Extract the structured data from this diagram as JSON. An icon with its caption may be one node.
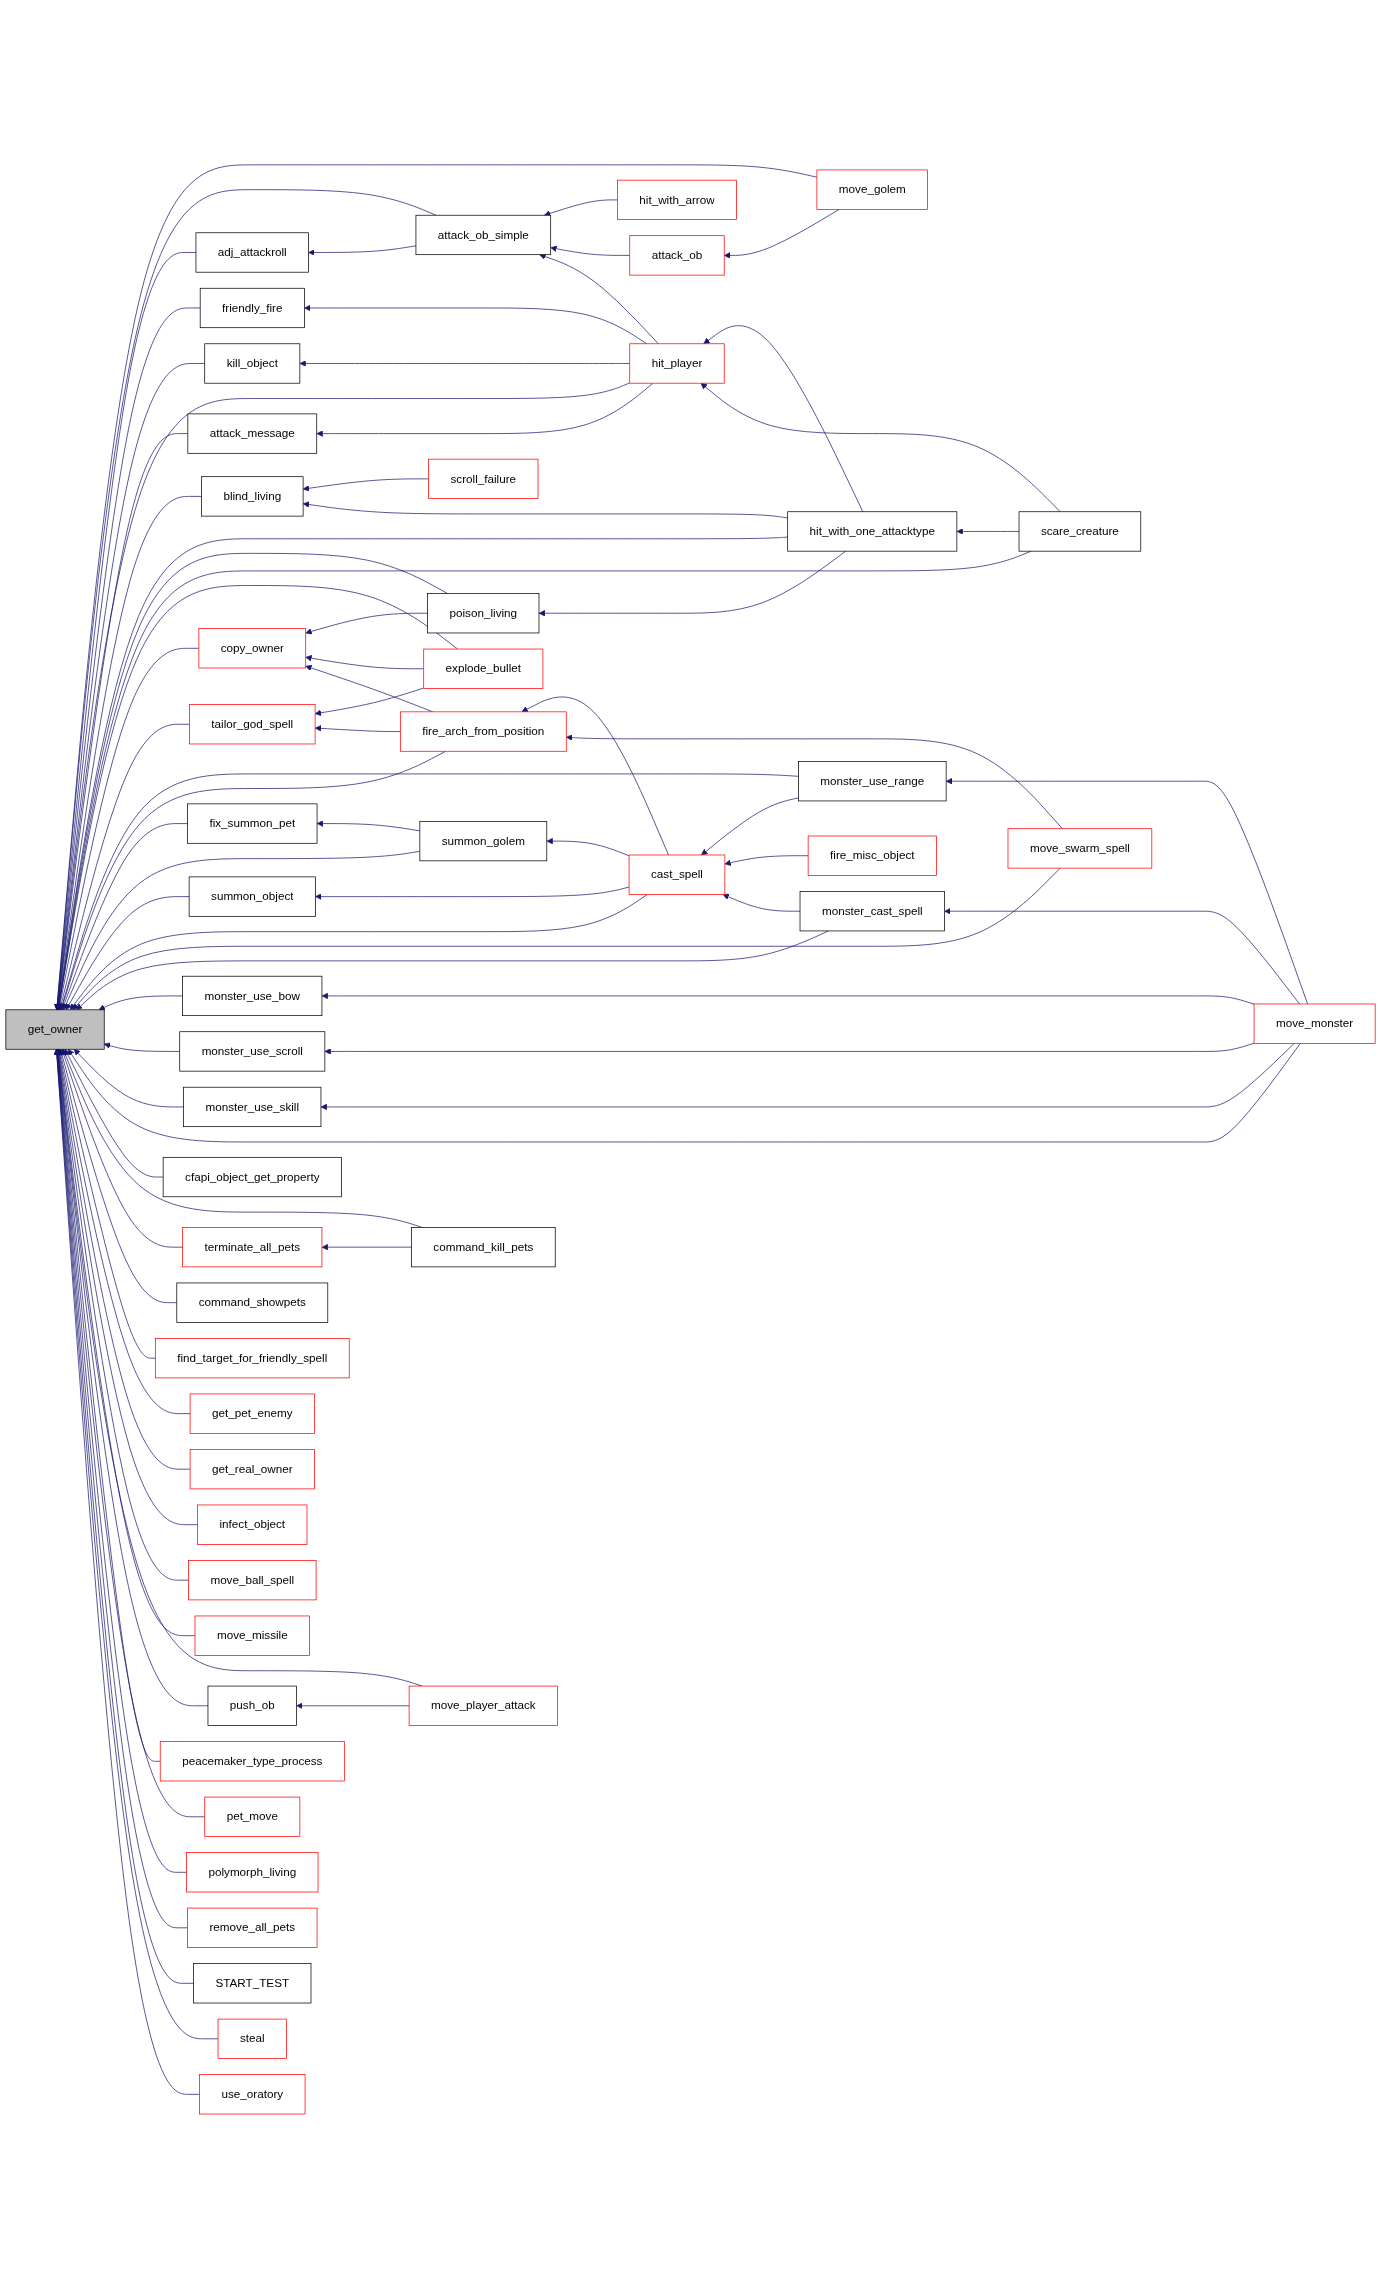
{
  "diagram": {
    "nodes": [
      {
        "text": [
          "get_owner"
        ]
      },
      {
        "text": [
          "move_golem"
        ]
      },
      {
        "text": [
          "hit_with_arrow"
        ]
      },
      {
        "text": [
          "attack_ob_simple"
        ]
      },
      {
        "text": [
          "attack_ob"
        ]
      },
      {
        "text": [
          "adj_attackroll"
        ]
      },
      {
        "text": [
          "friendly_fire"
        ]
      },
      {
        "text": [
          "kill_object"
        ]
      },
      {
        "text": [
          "hit_player"
        ]
      },
      {
        "text": [
          "attack_message"
        ]
      },
      {
        "text": [
          "blind_living"
        ]
      },
      {
        "text": [
          "scroll_failure"
        ]
      },
      {
        "text": [
          "hit_with_one_attacktype"
        ]
      },
      {
        "text": [
          "poison_living"
        ]
      },
      {
        "text": [
          "scare_creature"
        ]
      },
      {
        "text": [
          "copy_owner"
        ]
      },
      {
        "text": [
          "explode_bullet"
        ]
      },
      {
        "text": [
          "tailor_god_spell"
        ]
      },
      {
        "text": [
          "fire_arch_from_position"
        ]
      },
      {
        "text": [
          "fix_summon_pet"
        ]
      },
      {
        "text": [
          "summon_golem"
        ]
      },
      {
        "text": [
          "monster_use_range"
        ]
      },
      {
        "text": [
          "summon_object"
        ]
      },
      {
        "text": [
          "cast_spell"
        ]
      },
      {
        "text": [
          "fire_misc_object"
        ]
      },
      {
        "text": [
          "move_swarm_spell"
        ]
      },
      {
        "text": [
          "monster_cast_spell"
        ]
      },
      {
        "text": [
          "monster_use_bow"
        ]
      },
      {
        "text": [
          "move_monster"
        ]
      },
      {
        "text": [
          "monster_use_scroll"
        ]
      },
      {
        "text": [
          "monster_use_skill"
        ]
      },
      {
        "text": [
          "cfapi_object_get_property"
        ]
      },
      {
        "text": [
          "command_kill_pets"
        ]
      },
      {
        "text": [
          "terminate_all_pets"
        ]
      },
      {
        "text": [
          "command_showpets"
        ]
      },
      {
        "text": [
          "find_target_for_friendly_spell"
        ]
      },
      {
        "text": [
          "get_pet_enemy"
        ]
      },
      {
        "text": [
          "get_real_owner"
        ]
      },
      {
        "text": [
          "infect_object"
        ]
      },
      {
        "text": [
          "move_ball_spell"
        ]
      },
      {
        "text": [
          "move_missile"
        ]
      },
      {
        "text": [
          "push_ob"
        ]
      },
      {
        "text": [
          "move_player_attack"
        ]
      },
      {
        "text": [
          "peacemaker_type_process"
        ]
      },
      {
        "text": [
          "pet_move"
        ]
      },
      {
        "text": [
          "polymorph_living"
        ]
      },
      {
        "text": [
          "remove_all_pets"
        ]
      },
      {
        "text": [
          "START_TEST"
        ]
      },
      {
        "text": [
          "steal"
        ]
      },
      {
        "text": [
          "use_oratory"
        ]
      }
    ],
    "edges": [
      {
        "from": 1,
        "to": 0,
        "arrow": "to"
      },
      {
        "from": 3,
        "to": 0,
        "arrow": "to"
      },
      {
        "from": 5,
        "to": 0,
        "arrow": "to"
      },
      {
        "from": 6,
        "to": 0,
        "arrow": "to"
      },
      {
        "from": 7,
        "to": 0,
        "arrow": "to"
      },
      {
        "from": 8,
        "to": 0,
        "arrow": "to"
      },
      {
        "from": 9,
        "to": 0,
        "arrow": "to"
      },
      {
        "from": 10,
        "to": 0,
        "arrow": "to"
      },
      {
        "from": 12,
        "to": 0,
        "arrow": "to"
      },
      {
        "from": 13,
        "to": 0,
        "arrow": "to"
      },
      {
        "from": 14,
        "to": 0,
        "arrow": "to"
      },
      {
        "from": 16,
        "to": 0,
        "arrow": "to"
      },
      {
        "from": 15,
        "to": 0,
        "arrow": "to"
      },
      {
        "from": 17,
        "to": 0,
        "arrow": "to"
      },
      {
        "from": 21,
        "to": 0,
        "arrow": "to"
      },
      {
        "from": 18,
        "to": 0,
        "arrow": "to"
      },
      {
        "from": 19,
        "to": 0,
        "arrow": "to"
      },
      {
        "from": 20,
        "to": 0,
        "arrow": "to"
      },
      {
        "from": 22,
        "to": 0,
        "arrow": "to"
      },
      {
        "from": 23,
        "to": 0,
        "arrow": "to"
      },
      {
        "from": 25,
        "to": 0,
        "arrow": "to"
      },
      {
        "from": 26,
        "to": 0,
        "arrow": "to"
      },
      {
        "from": 27,
        "to": 0,
        "arrow": "to"
      },
      {
        "from": 29,
        "to": 0,
        "arrow": "to"
      },
      {
        "from": 30,
        "to": 0,
        "arrow": "to"
      },
      {
        "from": 28,
        "to": 0,
        "arrow": "to"
      },
      {
        "from": 31,
        "to": 0,
        "arrow": "to"
      },
      {
        "from": 32,
        "to": 0,
        "arrow": "to"
      },
      {
        "from": 33,
        "to": 0,
        "arrow": "to"
      },
      {
        "from": 34,
        "to": 0,
        "arrow": "to"
      },
      {
        "from": 35,
        "to": 0,
        "arrow": "to"
      },
      {
        "from": 36,
        "to": 0,
        "arrow": "to"
      },
      {
        "from": 37,
        "to": 0,
        "arrow": "to"
      },
      {
        "from": 38,
        "to": 0,
        "arrow": "to"
      },
      {
        "from": 39,
        "to": 0,
        "arrow": "to"
      },
      {
        "from": 40,
        "to": 0,
        "arrow": "to"
      },
      {
        "from": 42,
        "to": 0,
        "arrow": "to"
      },
      {
        "from": 41,
        "to": 0,
        "arrow": "to"
      },
      {
        "from": 43,
        "to": 0,
        "arrow": "to"
      },
      {
        "from": 44,
        "to": 0,
        "arrow": "to"
      },
      {
        "from": 45,
        "to": 0,
        "arrow": "to"
      },
      {
        "from": 46,
        "to": 0,
        "arrow": "to"
      },
      {
        "from": 47,
        "to": 0,
        "arrow": "to"
      },
      {
        "from": 48,
        "to": 0,
        "arrow": "to"
      },
      {
        "from": 49,
        "to": 0,
        "arrow": "to"
      },
      {
        "from": 2,
        "to": 3,
        "arrow": "to"
      },
      {
        "from": 4,
        "to": 3,
        "arrow": "to"
      },
      {
        "from": 1,
        "to": 4,
        "arrow": "to"
      },
      {
        "from": 3,
        "to": 5,
        "arrow": "to"
      },
      {
        "from": 8,
        "to": 3,
        "arrow": "to"
      },
      {
        "from": 8,
        "to": 6,
        "arrow": "to"
      },
      {
        "from": 8,
        "to": 7,
        "arrow": "to"
      },
      {
        "from": 8,
        "to": 9,
        "arrow": "to"
      },
      {
        "from": 11,
        "to": 10,
        "arrow": "to"
      },
      {
        "from": 12,
        "to": 10,
        "arrow": "to"
      },
      {
        "from": 12,
        "to": 8,
        "arrow": "to"
      },
      {
        "from": 12,
        "to": 13,
        "arrow": "to"
      },
      {
        "from": 14,
        "to": 12,
        "arrow": "to"
      },
      {
        "from": 14,
        "to": 8,
        "arrow": "to"
      },
      {
        "from": 13,
        "to": 15,
        "arrow": "to"
      },
      {
        "from": 16,
        "to": 15,
        "arrow": "to"
      },
      {
        "from": 18,
        "to": 15,
        "arrow": "to"
      },
      {
        "from": 16,
        "to": 17,
        "arrow": "to"
      },
      {
        "from": 18,
        "to": 17,
        "arrow": "to"
      },
      {
        "from": 23,
        "to": 18,
        "arrow": "to"
      },
      {
        "from": 25,
        "to": 18,
        "arrow": "to"
      },
      {
        "from": 20,
        "to": 19,
        "arrow": "to"
      },
      {
        "from": 23,
        "to": 20,
        "arrow": "to"
      },
      {
        "from": 23,
        "to": 22,
        "arrow": "to"
      },
      {
        "from": 21,
        "to": 23,
        "arrow": "to"
      },
      {
        "from": 24,
        "to": 23,
        "arrow": "to"
      },
      {
        "from": 26,
        "to": 23,
        "arrow": "to"
      },
      {
        "from": 28,
        "to": 21,
        "arrow": "to"
      },
      {
        "from": 28,
        "to": 26,
        "arrow": "to"
      },
      {
        "from": 28,
        "to": 27,
        "arrow": "to"
      },
      {
        "from": 28,
        "to": 29,
        "arrow": "to"
      },
      {
        "from": 28,
        "to": 30,
        "arrow": "to"
      },
      {
        "from": 32,
        "to": 33,
        "arrow": "to"
      },
      {
        "from": 42,
        "to": 41,
        "arrow": "to"
      }
    ]
  }
}
